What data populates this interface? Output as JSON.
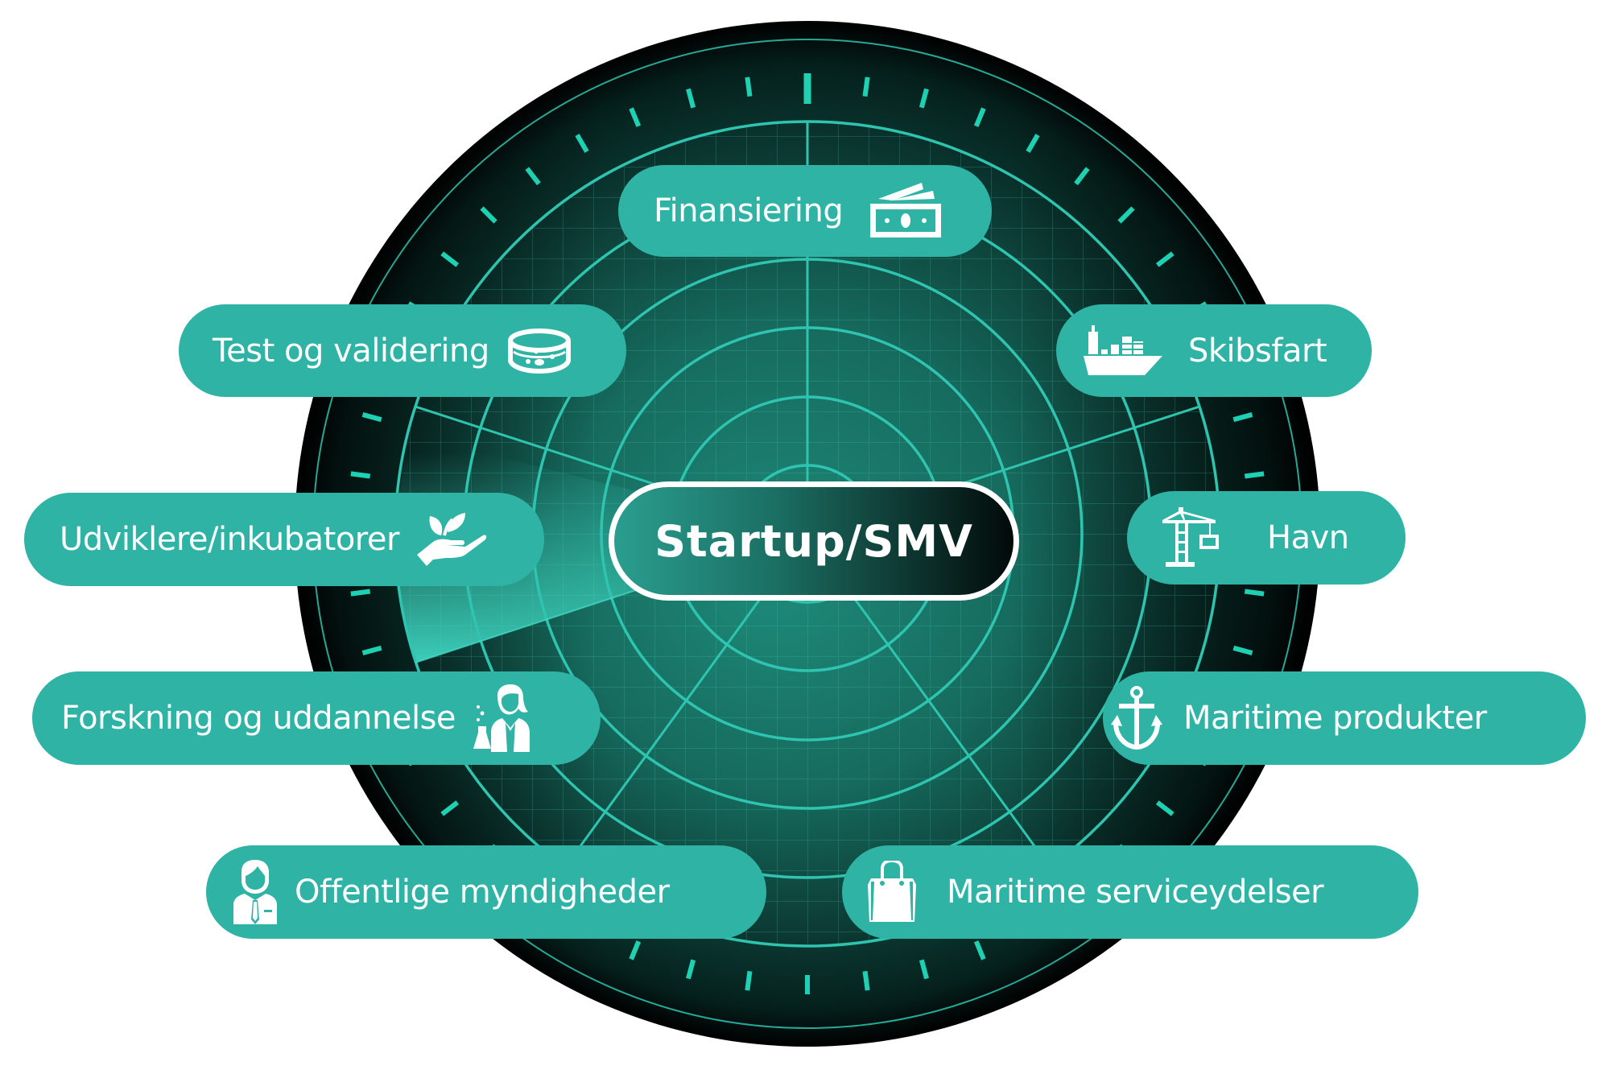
{
  "diagram": {
    "center": {
      "label": "Startup/SMV"
    },
    "nodes": [
      {
        "id": "finansiering",
        "label": "Finansiering",
        "icon": "money-icon",
        "position": "top"
      },
      {
        "id": "test",
        "label": "Test og validering",
        "icon": "petri-dish-icon",
        "position": "upper-left"
      },
      {
        "id": "skibsfart",
        "label": "Skibsfart",
        "icon": "container-ship-icon",
        "position": "upper-right"
      },
      {
        "id": "udviklere",
        "label": "Udviklere/inkubatorer",
        "icon": "plant-in-hand-icon",
        "position": "left"
      },
      {
        "id": "havn",
        "label": "Havn",
        "icon": "harbor-crane-icon",
        "position": "right"
      },
      {
        "id": "forskning",
        "label": "Forskning og uddannelse",
        "icon": "scientist-icon",
        "position": "lower-left"
      },
      {
        "id": "maritime_produkter",
        "label": "Maritime produkter",
        "icon": "anchor-icon",
        "position": "lower-right"
      },
      {
        "id": "offentlige",
        "label": "Offentlige myndigheder",
        "icon": "official-person-icon",
        "position": "bottom-left"
      },
      {
        "id": "maritime_service",
        "label": "Maritime serviceydelser",
        "icon": "shopping-bag-icon",
        "position": "bottom-right"
      }
    ]
  },
  "colors": {
    "pill": "#2eb3a5",
    "radar_line": "#2ec4b0",
    "tick": "#1fd1b3",
    "rim": "#000000",
    "radar_inner": "#1a7d6e",
    "background": "#ffffff"
  }
}
